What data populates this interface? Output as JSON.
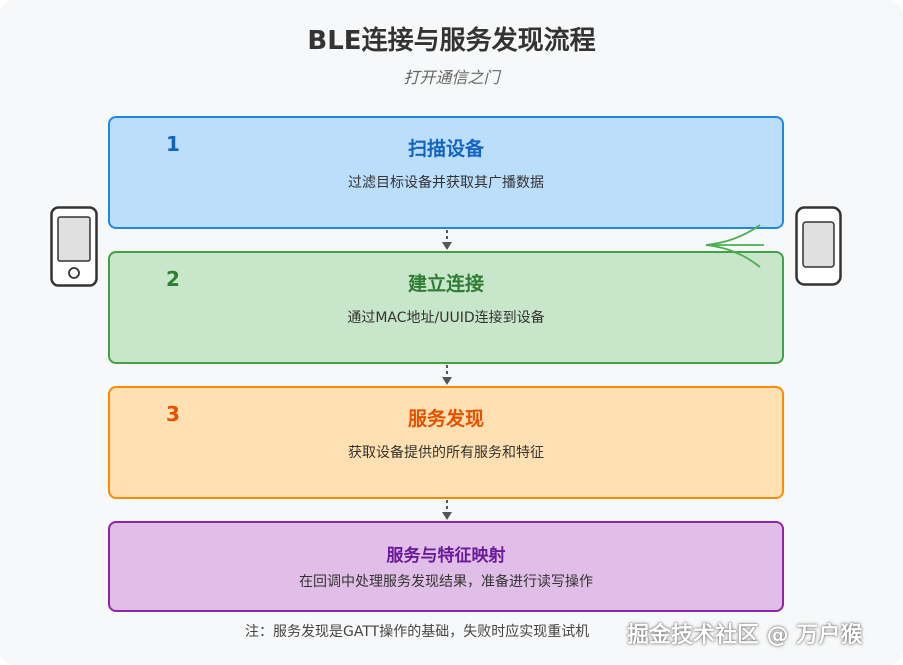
{
  "title": "BLE连接与服务发现流程",
  "subtitle": "打开通信之门",
  "steps": [
    {
      "number": "1",
      "name": "扫描设备",
      "description": "过滤目标设备并获取其广播数据"
    },
    {
      "number": "2",
      "name": "建立连接",
      "description": "通过MAC地址/UUID连接到设备"
    },
    {
      "number": "3",
      "name": "服务发现",
      "description": "获取设备提供的所有服务和特征"
    },
    {
      "name": "服务与特征映射",
      "description": "在回调中处理服务发现结果，准备进行读写操作"
    }
  ],
  "note": "注：服务发现是GATT操作的基础，失败时应实现重试机",
  "watermark": "掘金技术社区 @ 万户猴",
  "colors": {
    "step1": "#bbdefb",
    "step2": "#c8e6c9",
    "step3": "#ffe0b2",
    "step4": "#e1bee7",
    "connector": "#555555",
    "signal": "#4caf50"
  },
  "icons": [
    "phone-icon",
    "ble-device-icon",
    "signal-arrow-icon"
  ]
}
